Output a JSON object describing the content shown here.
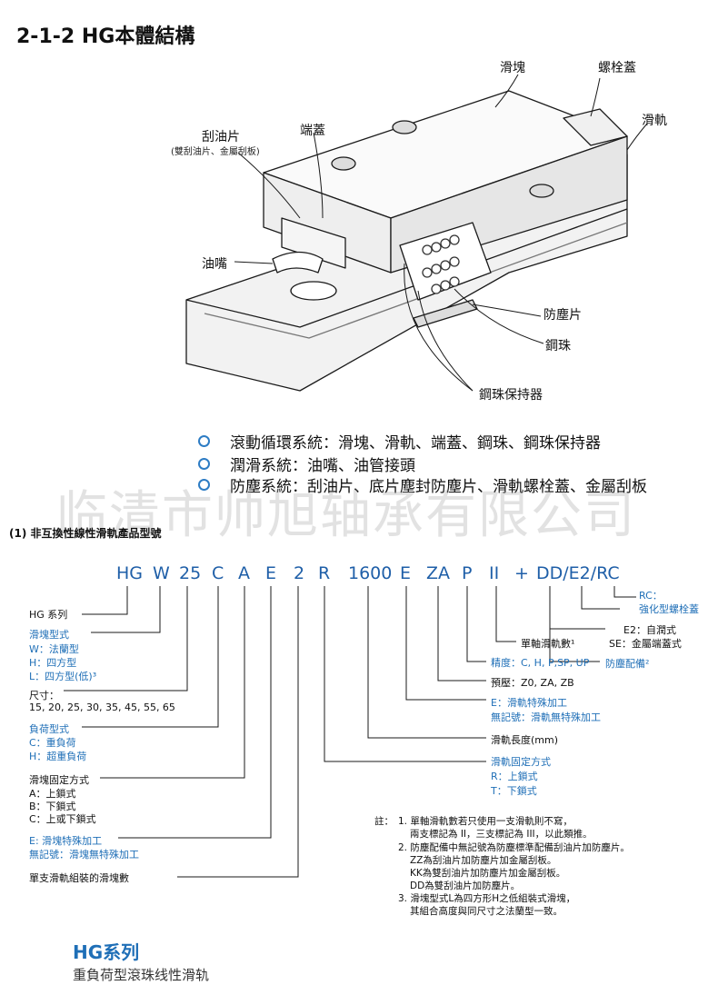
{
  "title": "2-1-2 HG本體結構",
  "diagram_labels": {
    "slider": "滑塊",
    "bolt_cap": "螺栓蓋",
    "rail": "滑軌",
    "scraper": "刮油片",
    "scraper_note": "(雙刮油片、金屬刮板)",
    "end_cap": "端蓋",
    "grease_nipple": "油嘴",
    "dust_seal": "防塵片",
    "steel_ball": "鋼珠",
    "ball_retainer": "鋼珠保持器"
  },
  "bullets": [
    "滾動循環系統：滑塊、滑軌、端蓋、鋼珠、鋼珠保持器",
    "潤滑系統：油嘴、油管接頭",
    "防塵系統：刮油片、底片塵封防塵片、滑軌螺栓蓋、金屬刮板"
  ],
  "watermark": "临清市帅旭轴承有限公司",
  "section_title": "(1) 非互換性線性滑軌產品型號",
  "code_segments": [
    "HG",
    "W",
    "25",
    "C",
    "A",
    "E",
    "2",
    "R",
    "1600",
    "E",
    "ZA",
    "P",
    "II",
    "+",
    "DD/E2/RC"
  ],
  "left_labels": {
    "series": "HG 系列",
    "block_type_title": "滑塊型式",
    "block_type_w": "W：法蘭型",
    "block_type_h": "H：四方型",
    "block_type_l": "L：四方型(低)³",
    "size_title": "尺寸：",
    "size_values": "15, 20, 25, 30, 35, 45, 55, 65",
    "load_title": "負荷型式",
    "load_c": "C：重負荷",
    "load_h": "H：超重負荷",
    "mount_title": "滑塊固定方式",
    "mount_a": "A：上鎖式",
    "mount_b": "B：下鎖式",
    "mount_c": "C：上或下鎖式",
    "block_special": "E: 滑塊特殊加工",
    "block_none": "無記號：滑塊無特殊加工",
    "block_count": "單支滑軌組裝的滑塊數"
  },
  "right_labels": {
    "rc_title": "RC：",
    "rc_desc": "強化型螺栓蓋",
    "e2": "E2：自潤式",
    "se": "SE：金屬端蓋式",
    "dust_option": "防塵配備²",
    "single_rail": "單軸滑軌數¹",
    "precision": "精度：C, H, P,SP, UP",
    "preload": "預壓：Z0, ZA, ZB",
    "rail_special": "E：滑軌特殊加工",
    "rail_none": "無記號：滑軌無特殊加工",
    "rail_length": "滑軌長度(mm)",
    "rail_mount_title": "滑軌固定方式",
    "rail_mount_r": "R：上鎖式",
    "rail_mount_t": "T：下鎖式"
  },
  "notes": {
    "prefix": "註：",
    "lines": [
      "1. 單軸滑軌數若只使用一支滑軌則不寫，",
      "兩支標記為 II，三支標記為 III，以此類推。",
      "2. 防塵配備中無記號為防塵標準配備刮油片加防塵片。",
      "ZZ為刮油片加防塵片加金屬刮板。",
      "KK為雙刮油片加防塵片加金屬刮板。",
      "DD為雙刮油片加防塵片。",
      "3. 滑塊型式L為四方形H之低組裝式滑塊，",
      "其組合高度與同尺寸之法蘭型一致。"
    ]
  },
  "footer": {
    "title": "HG系列",
    "subtitle": "重負荷型滾珠线性滑轨"
  },
  "colors": {
    "blue_text": "#1f6fb7",
    "code_blue": "#1f5fa8",
    "bullet_ring": "#2d7cc4"
  }
}
